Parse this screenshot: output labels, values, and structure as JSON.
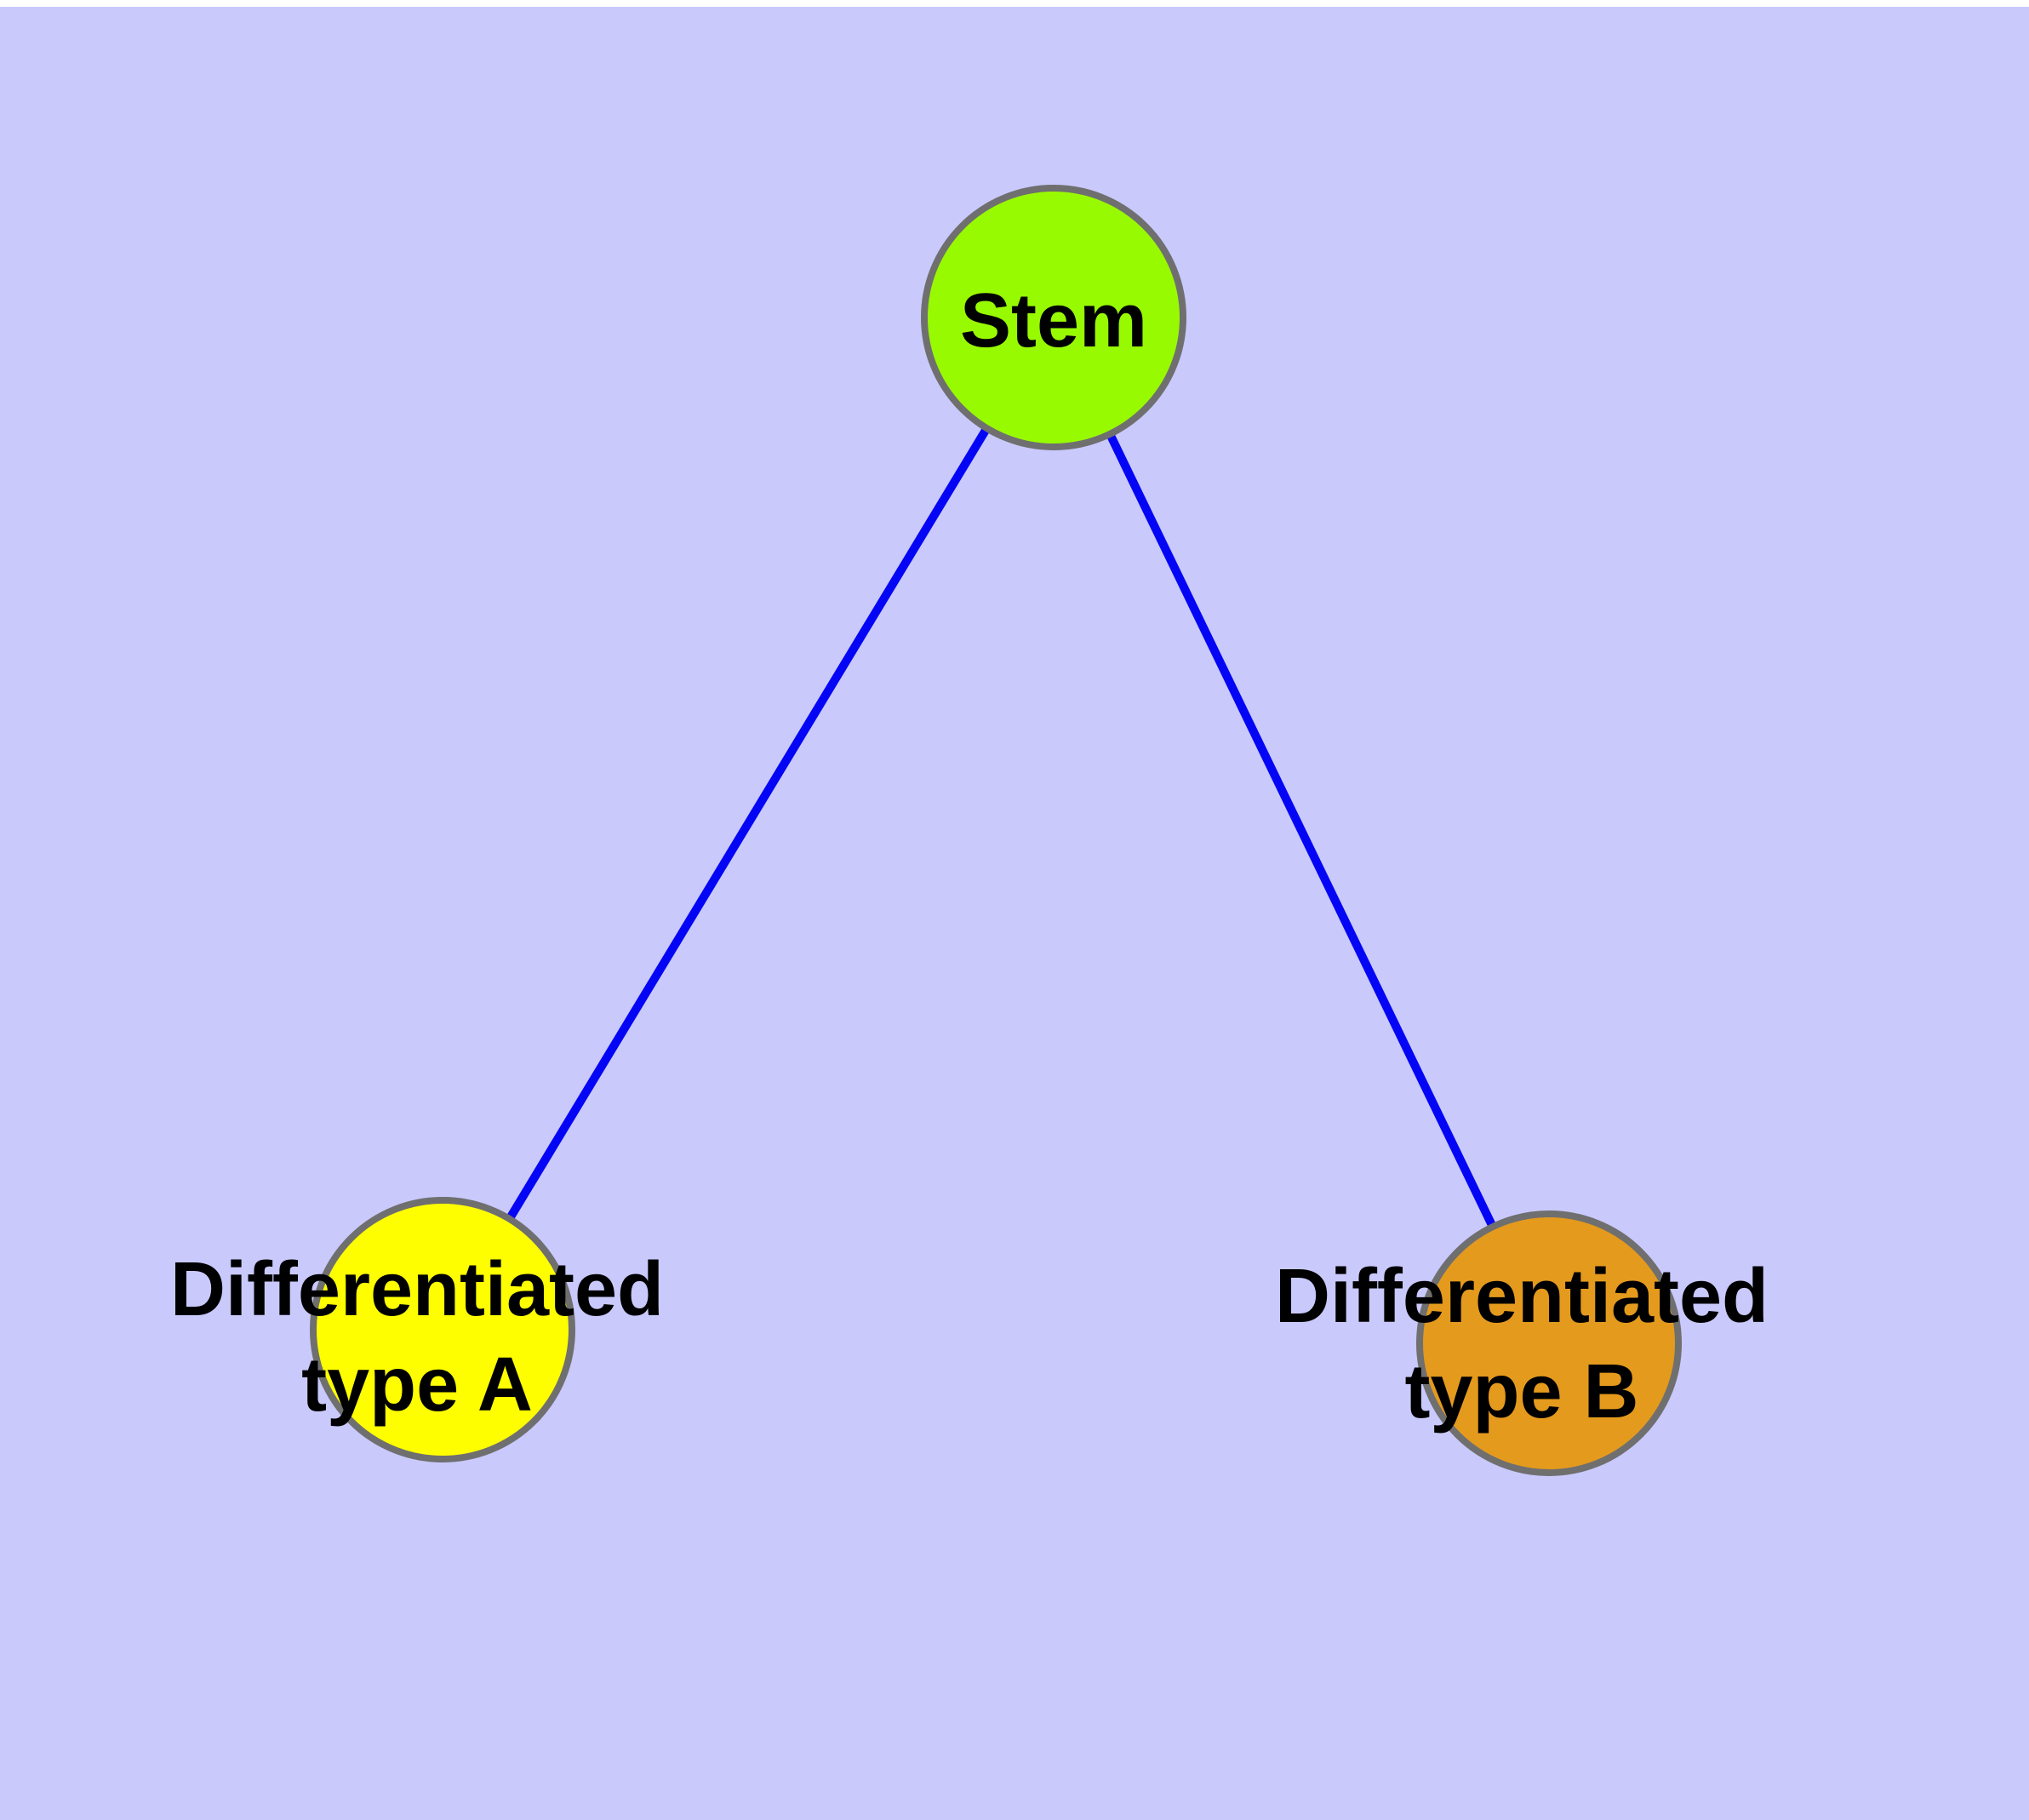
{
  "diagram": {
    "type": "node-link-graph",
    "background_color": "#c9c9fc",
    "frame_color": "#ffffff",
    "edge_color": "#0505f5",
    "node_border_color": "#6f6f6f",
    "text_color": "#000000",
    "nodes": [
      {
        "id": "stem",
        "label": "Stem",
        "fill": "#98fa01"
      },
      {
        "id": "differentiated-type-a",
        "label": "Differentiated type A",
        "label_lines": [
          "Differentiated",
          "type A"
        ],
        "fill": "#fefe00"
      },
      {
        "id": "differentiated-type-b",
        "label": "Differentiated type B",
        "label_lines": [
          "Differentiated",
          "type B"
        ],
        "fill": "#e49a1d"
      }
    ],
    "edges": [
      {
        "from": "stem",
        "to": "differentiated-type-a"
      },
      {
        "from": "stem",
        "to": "differentiated-type-b"
      }
    ]
  }
}
